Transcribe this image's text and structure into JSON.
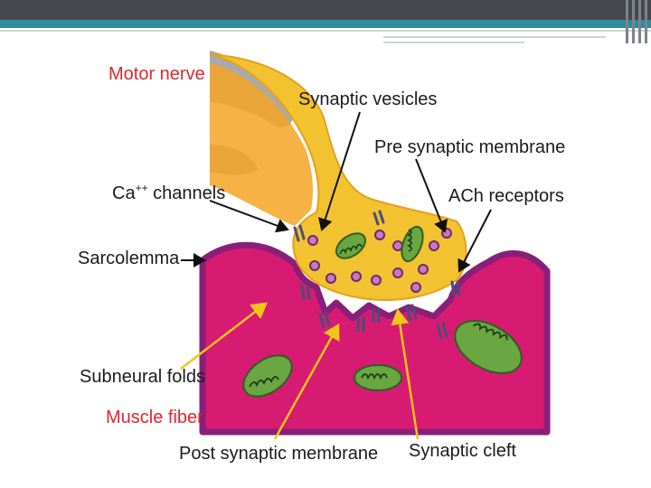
{
  "theme": {
    "title_bar": "#46474f",
    "accent": "#2f8c9a",
    "nerve_fill": "#f2c230",
    "muscle_fill": "#d81b72",
    "mitochondria_fill": "#6aa641",
    "vesicle_fill": "#c879c0",
    "label_red": "#e0262e",
    "arrow_black": "#111111",
    "arrow_yellow": "#f5c518"
  },
  "labels": {
    "motor_nerve": "Motor nerve",
    "synaptic_vesicles": "Synaptic vesicles",
    "pre_synaptic_membrane": "Pre synaptic membrane",
    "ca_channels_base": "Ca",
    "ca_channels_sup": "++",
    "ca_channels_rest": " channels",
    "ach_receptors": "ACh receptors",
    "sarcolemma": "Sarcolemma",
    "subneural_folds": "Subneural folds",
    "muscle_fiber": "Muscle fiber",
    "post_synaptic_membrane": "Post synaptic membrane",
    "synaptic_cleft": "Synaptic cleft"
  },
  "icons": {
    "vesicle": "circle",
    "mitochondrion": "ellipse-with-cristae",
    "channel": "double-bar",
    "arrow": "arrow"
  }
}
